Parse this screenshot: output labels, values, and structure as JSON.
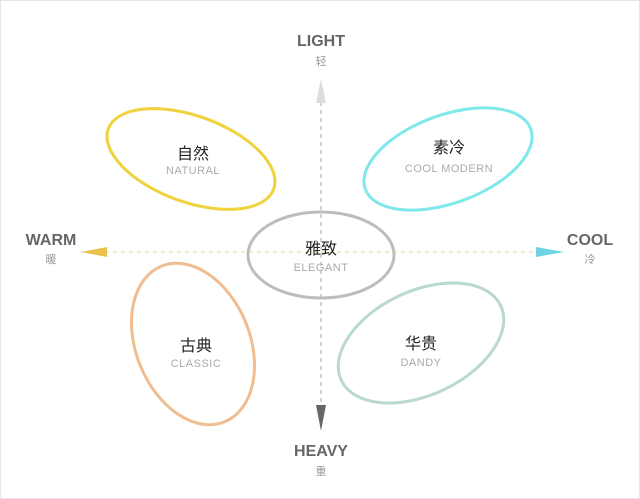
{
  "axes": {
    "top": {
      "en": "LIGHT",
      "cn": "轻",
      "color": "#dddddd"
    },
    "bottom": {
      "en": "HEAVY",
      "cn": "重",
      "color": "#666666"
    },
    "left": {
      "en": "WARM",
      "cn": "暖",
      "color": "#e8c04a"
    },
    "right": {
      "en": "COOL",
      "cn": "冷",
      "color": "#6fd4e0"
    }
  },
  "styles": [
    {
      "cn": "自然",
      "en": "NATURAL",
      "color": "#f0d23c"
    },
    {
      "cn": "素冷",
      "en": "COOL MODERN",
      "color": "#7ee8ea"
    },
    {
      "cn": "雅致",
      "en": "ELEGANT",
      "color": "#bdbdbd"
    },
    {
      "cn": "古典",
      "en": "CLASSIC",
      "color": "#f0bd90"
    },
    {
      "cn": "华贵",
      "en": "DANDY",
      "color": "#b9d9cd"
    }
  ]
}
